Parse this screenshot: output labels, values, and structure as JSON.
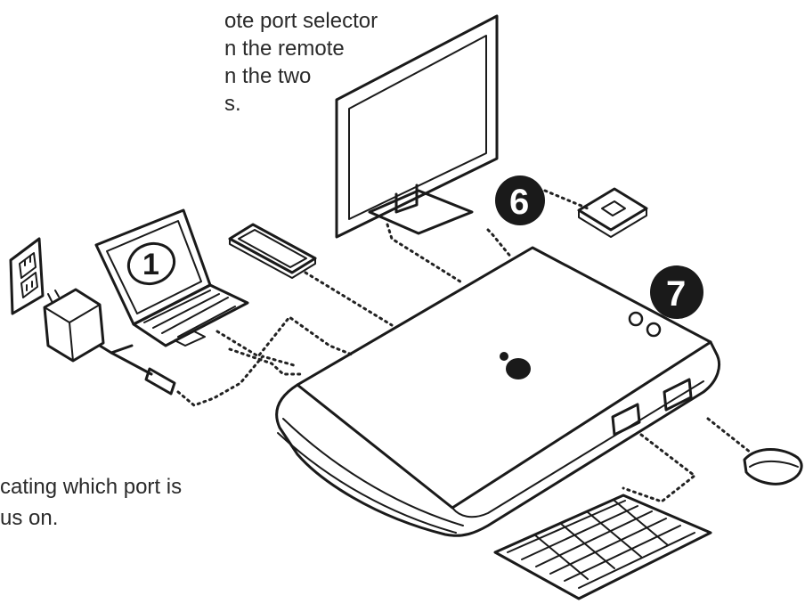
{
  "top_text": [
    "ote port selector",
    "n the remote",
    "n the two",
    "s."
  ],
  "bottom_text": [
    "cating which port is",
    "us on."
  ],
  "badges": {
    "laptop": "1",
    "usb_port": "6",
    "port_selector": "7"
  },
  "icons": [
    "wall-outlet-icon",
    "power-adapter-icon",
    "laptop-icon",
    "phone-icon",
    "monitor-icon",
    "usb-drive-icon",
    "docking-hub-icon",
    "mouse-icon",
    "keyboard-icon"
  ],
  "colors": {
    "line": "#1a1a1a",
    "badge_fill": "#1a1a1a",
    "text": "#2a2a2a",
    "background": "#ffffff"
  }
}
